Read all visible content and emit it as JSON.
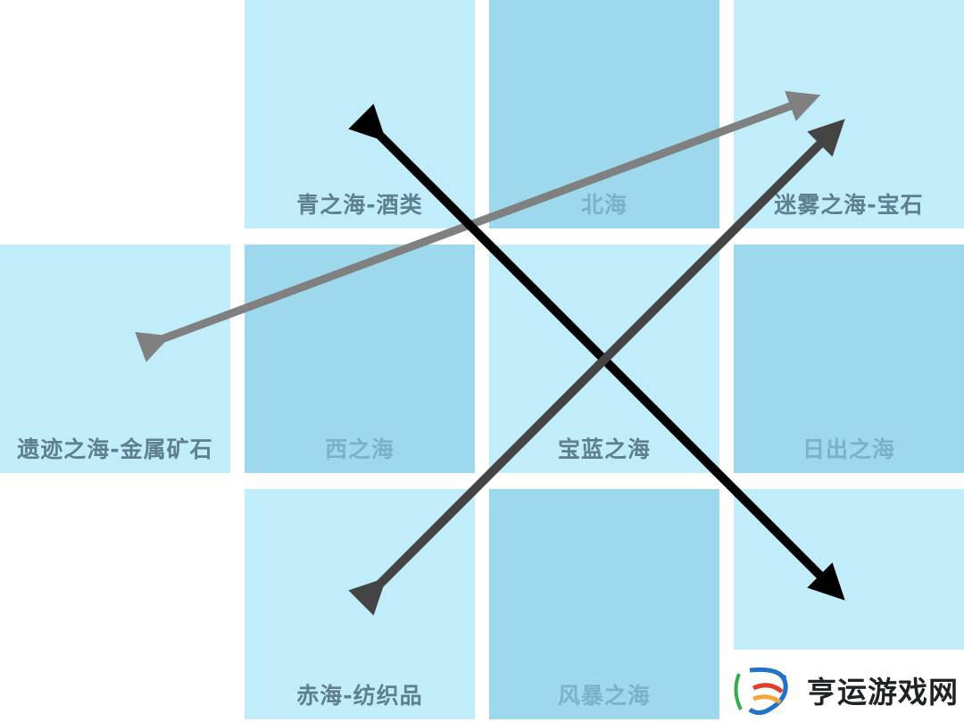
{
  "tiles": {
    "qing": {
      "label": "青之海-酒类"
    },
    "bei": {
      "label": "北海"
    },
    "miwu": {
      "label": "迷雾之海-宝石"
    },
    "yiji": {
      "label": "遗迹之海-金属矿石"
    },
    "xi": {
      "label": "西之海"
    },
    "baolan": {
      "label": "宝蓝之海"
    },
    "richu": {
      "label": "日出之海"
    },
    "chi": {
      "label": "赤海-纺织品"
    },
    "fengbao": {
      "label": "风暴之海"
    }
  },
  "colors": {
    "tile_light": "#c1edfb",
    "tile_dark": "#9dd8ec",
    "arrow_black": "#000000",
    "arrow_dark_gray": "#444444",
    "arrow_gray": "#808080"
  },
  "watermark": {
    "logo_icon": "dragon-logo-icon",
    "text": "亨运游戏网"
  }
}
